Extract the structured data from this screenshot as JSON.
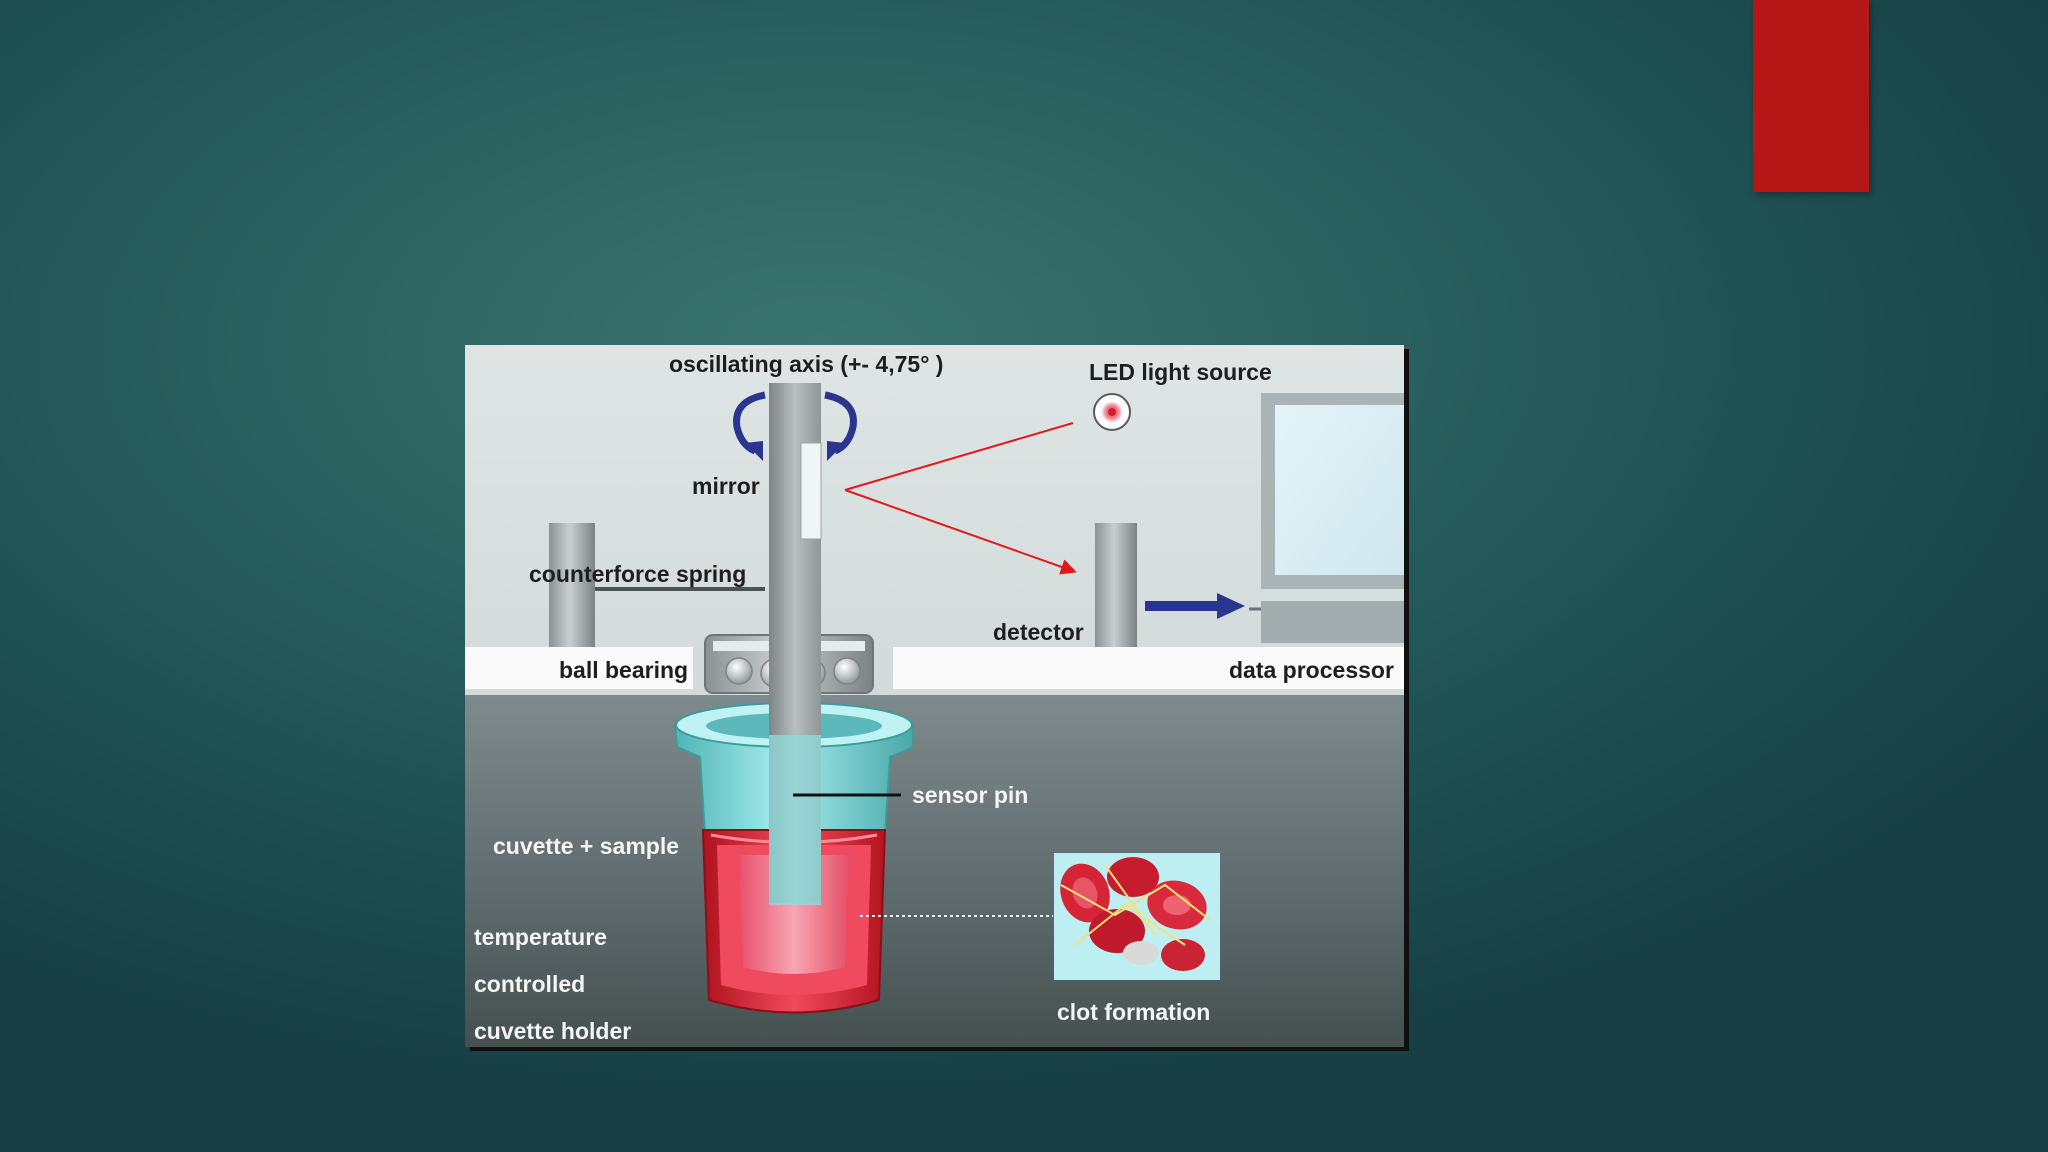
{
  "diagram": {
    "labels": {
      "oscillating_axis": "oscillating axis (+- 4,75° )",
      "led_light_source": "LED light source",
      "mirror": "mirror",
      "counterforce_spring": "counterforce spring",
      "detector": "detector",
      "ball_bearing": "ball bearing",
      "data_processor": "data processor",
      "sensor_pin": "sensor pin",
      "cuvette_sample": "cuvette + sample",
      "temperature": "temperature",
      "controlled": "controlled",
      "cuvette_holder": "cuvette holder",
      "clot_formation": "clot formation"
    },
    "colors": {
      "accent_red": "#b51717",
      "upper_panel": "#d9e0e0",
      "lower_panel": "#6f7b7d",
      "light_beam": "#e0191d",
      "arrow_blue": "#2a3590",
      "sample_red": "#d81f2e",
      "cuvette_cyan": "#7fd6d6"
    },
    "icons": [
      "rotation-arrows-icon",
      "led-icon",
      "blood-clot-image",
      "monitor-icon"
    ]
  }
}
